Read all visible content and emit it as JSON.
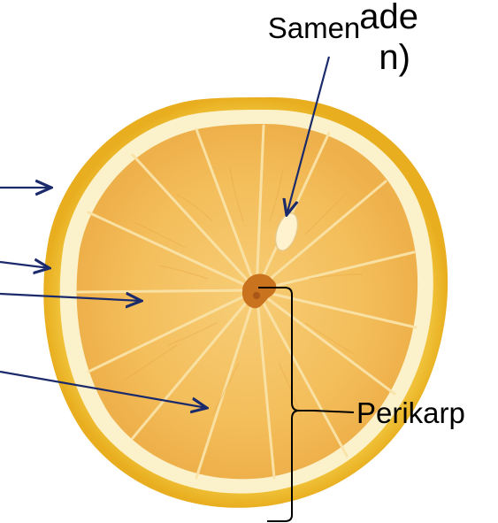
{
  "labels": {
    "partial_top_line1": "ade",
    "partial_top_line2": "n)",
    "samen": "Samen",
    "perikarp": "Perikarp"
  },
  "colors": {
    "arrow": "#1b2a6b",
    "peel_outer": "#f3c23f",
    "albedo": "#faf1c8",
    "pulp": "#f4bf5e",
    "pulp_dark": "#e9a845",
    "center": "#c9731e",
    "background": "#ffffff"
  },
  "image": {
    "subject": "lemon-cross-section"
  }
}
